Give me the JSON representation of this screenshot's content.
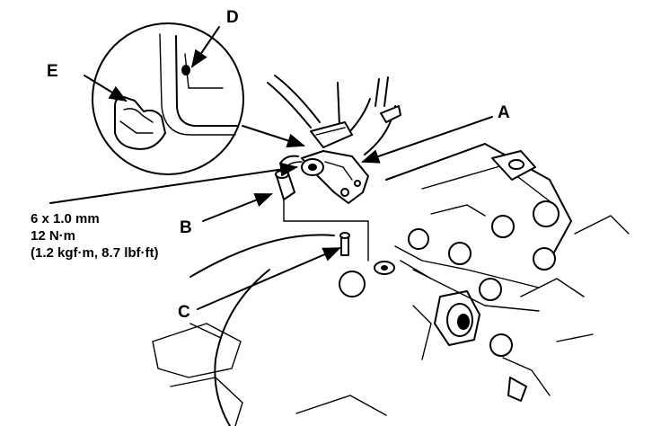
{
  "callouts": {
    "a": "A",
    "b": "B",
    "c": "C",
    "d": "D",
    "e": "E"
  },
  "torque_spec": {
    "bolt": "6 x 1.0 mm",
    "torque": "12 N·m",
    "alt_units": "(1.2 kgf·m, 8.7 lbf·ft)"
  },
  "colors": {
    "ink": "#000000",
    "paper": "#ffffff"
  }
}
